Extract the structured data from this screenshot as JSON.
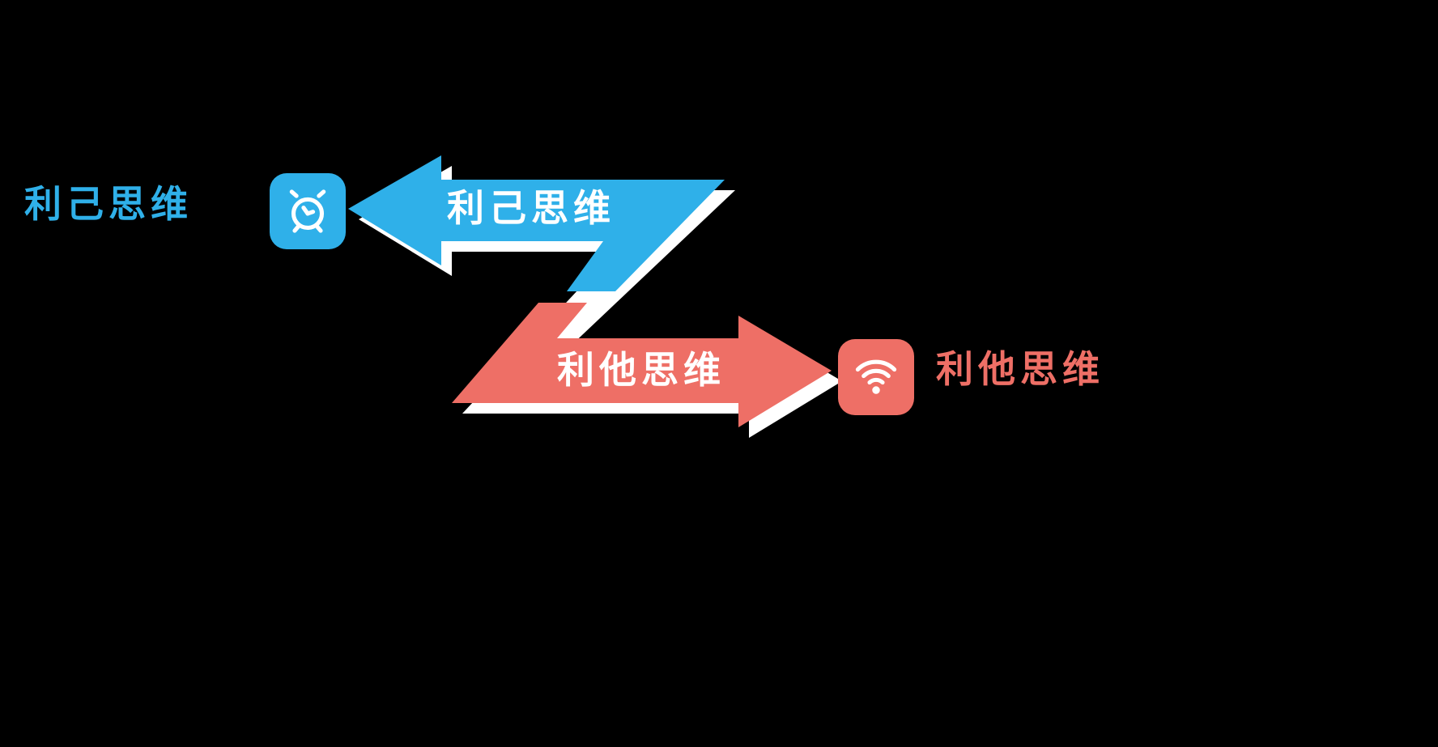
{
  "colors": {
    "background": "#000000",
    "blue": "#2fb0e9",
    "red": "#ee6f66",
    "white": "#ffffff"
  },
  "labels": {
    "left": "利己思维",
    "blue_arrow": "利己思维",
    "red_arrow": "利他思维",
    "right": "利他思维"
  },
  "icons": {
    "blue_box": "alarm-clock-icon",
    "red_box": "wifi-icon"
  },
  "shapes": {
    "blue_arrow_direction": "left",
    "red_arrow_direction": "right"
  }
}
